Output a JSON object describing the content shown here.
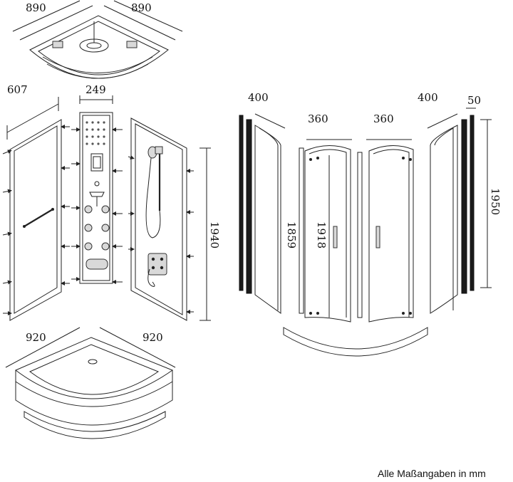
{
  "dimensions": {
    "top_roof_left": "890",
    "top_roof_right": "890",
    "side_panel_depth": "607",
    "column_width": "249",
    "panel_height": "1940",
    "tray_left": "920",
    "tray_right": "920",
    "outer_glass_left": "400",
    "outer_glass_right": "400",
    "door_left": "360",
    "door_right": "360",
    "door_height_left": "1859",
    "door_height_right": "1918",
    "frame_depth": "50",
    "glass_height": "1950"
  },
  "footnote": "Alle Maßangaben in mm",
  "colors": {
    "line": "#222222",
    "glass_frame": "#1b1b1b",
    "background": "#ffffff"
  }
}
